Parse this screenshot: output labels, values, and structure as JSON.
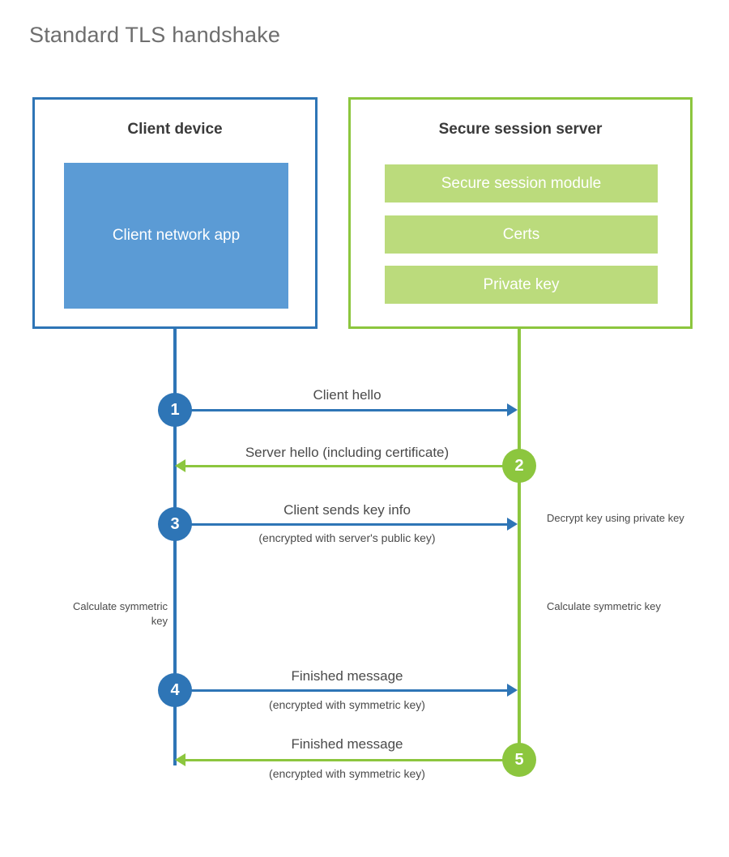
{
  "title": "Standard TLS handshake",
  "parties": {
    "client": {
      "title": "Client device",
      "accent": "#2E75B6",
      "app_box": {
        "label": "Client network app",
        "fill": "#5B9BD5"
      }
    },
    "server": {
      "title": "Secure session server",
      "accent": "#8CC63E",
      "bars": [
        {
          "label": "Secure session module",
          "fill": "#BBDB7C"
        },
        {
          "label": "Certs",
          "fill": "#BBDB7C"
        },
        {
          "label": "Private key",
          "fill": "#BBDB7C"
        }
      ]
    }
  },
  "steps": [
    {
      "number": "1",
      "label": "Client hello",
      "sublabel": "",
      "direction": "client-to-server",
      "color": "#2E75B6"
    },
    {
      "number": "2",
      "label": "Server hello (including certificate)",
      "sublabel": "",
      "direction": "server-to-client",
      "color": "#8CC63E"
    },
    {
      "number": "3",
      "label": "Client sends key info",
      "sublabel": "(encrypted with server's public key)",
      "direction": "client-to-server",
      "color": "#2E75B6"
    },
    {
      "number": "4",
      "label": "Finished message",
      "sublabel": "(encrypted with symmetric key)",
      "direction": "client-to-server",
      "color": "#2E75B6"
    },
    {
      "number": "5",
      "label": "Finished message",
      "sublabel": "(encrypted with symmetric key)",
      "direction": "server-to-client",
      "color": "#8CC63E"
    }
  ],
  "notes": {
    "server_decrypt": "Decrypt key using private key",
    "client_calculate": "Calculate symmetric key",
    "server_calculate": "Calculate symmetric key"
  }
}
